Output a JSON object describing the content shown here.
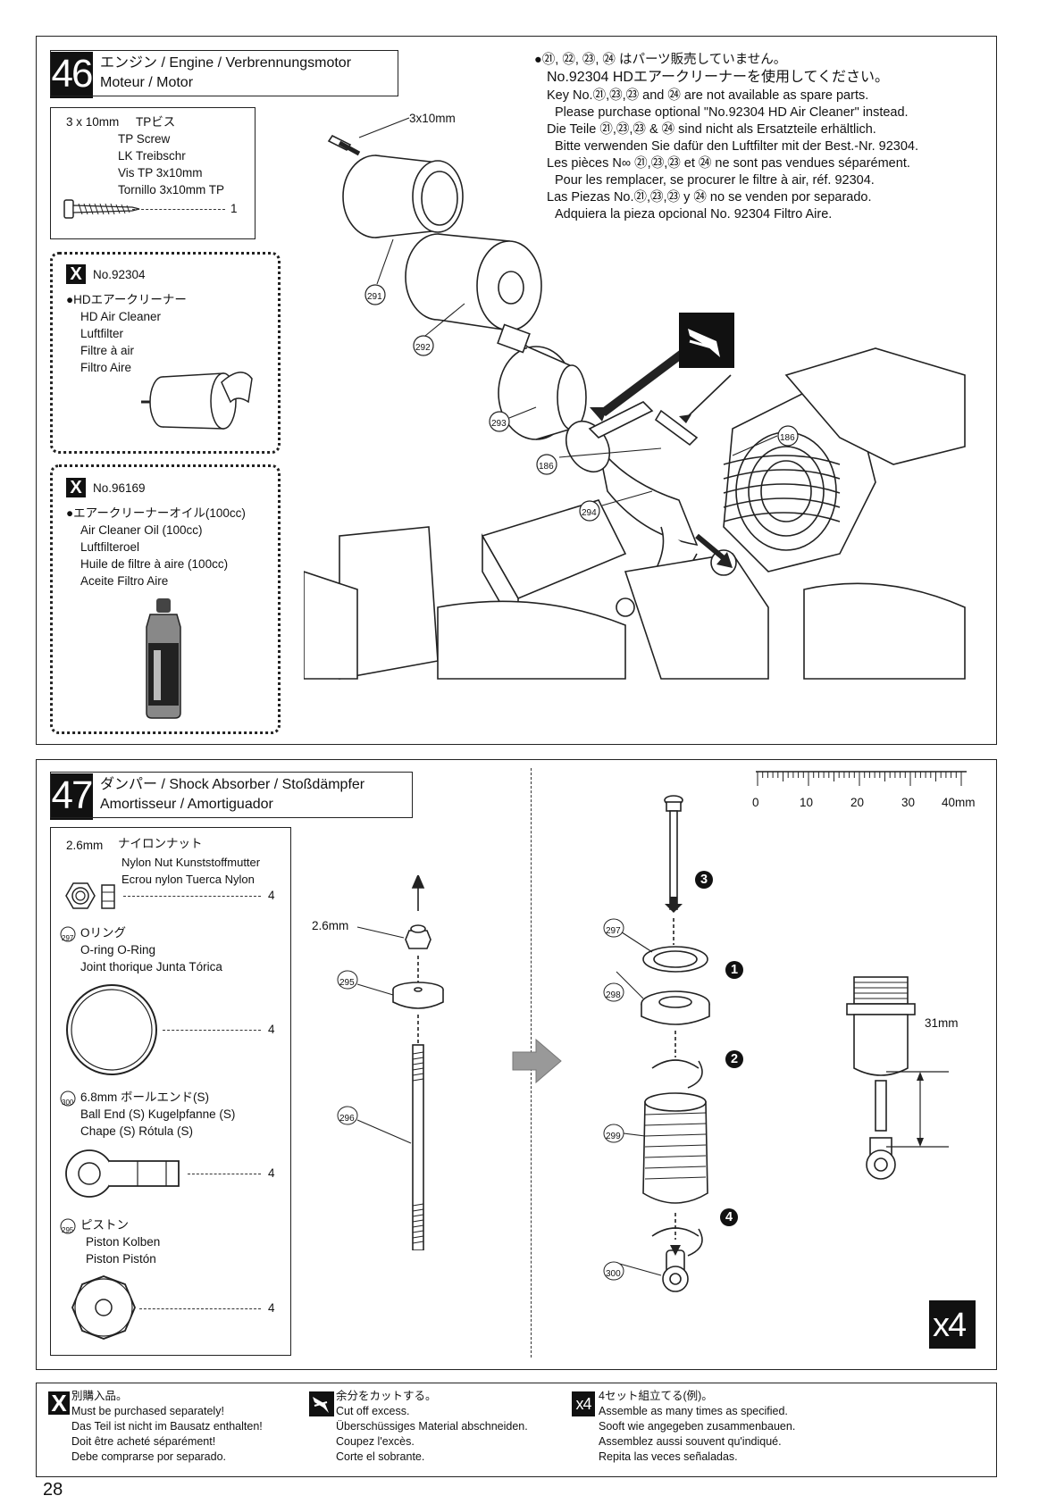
{
  "step46": {
    "number": "46",
    "title_line1": "エンジン / Engine / Verbrennungsmotor",
    "title_line2": "Moteur / Motor",
    "screw_box": {
      "size": "3 x 10mm",
      "jp": "TPビス",
      "names": [
        "TP Screw",
        "LK Treibschr",
        "Vis TP 3x10mm",
        "Tornillo 3x10mm TP"
      ],
      "qty": "1"
    },
    "option1": {
      "code": "No.92304",
      "jp": "●HDエアークリーナー",
      "names": [
        "HD Air Cleaner",
        "Luftfilter",
        "Filtre à air",
        "Filtro Aire"
      ]
    },
    "option2": {
      "code": "No.96169",
      "jp": "●エアークリーナーオイル(100cc)",
      "names": [
        "Air Cleaner Oil (100cc)",
        "Luftfilteroel",
        "Huile de filtre à aire (100cc)",
        "Aceite Filtro Aire"
      ]
    },
    "note_lines": [
      "●㉑, ㉒, ㉓, ㉔ はパーツ販売していません。",
      "No.92304 HDエアークリーナーを使用してください。",
      "Key No.㉑,㉓,㉓ and ㉔ are not available as spare parts.",
      "Please purchase optional \"No.92304 HD Air Cleaner\" instead.",
      "Die Teile ㉑,㉓,㉓ & ㉔ sind nicht als Ersatzteile erhältlich.",
      "Bitte verwenden Sie dafür den Luftfilter mit der Best.-Nr. 92304.",
      "Les pièces N∞ ㉑,㉓,㉓ et ㉔ ne sont pas vendues séparément.",
      "Pour les remplacer, se procurer le filtre à air, réf. 92304.",
      "Las Piezas No.㉑,㉓,㉓ y ㉔ no se venden por separado.",
      "Adquiera la pieza opcional No. 92304 Filtro Aire."
    ],
    "diagram_labels": {
      "screw": "3x10mm",
      "p291": "291",
      "p292": "292",
      "p293": "293",
      "p294": "294",
      "p186a": "186",
      "p186b": "186"
    }
  },
  "step47": {
    "number": "47",
    "title_line1": "ダンパー / Shock Absorber / Stoßdämpfer",
    "title_line2": "Amortisseur / Amortiguador",
    "nut": {
      "size": "2.6mm",
      "jp": "ナイロンナット",
      "line2": "Nylon Nut   Kunststoffmutter",
      "line3": "Ecrou nylon   Tuerca Nylon",
      "qty": "4"
    },
    "oring": {
      "num": "297",
      "jp": "Oリング",
      "line2": "O-ring    O-Ring",
      "line3": "Joint thorique    Junta Tórica",
      "qty": "4"
    },
    "ballend": {
      "num": "300",
      "jp": "6.8mm ボールエンド(S)",
      "line2": "Ball End (S)    Kugelpfanne (S)",
      "line3": "Chape (S)    Rótula (S)",
      "qty": "4"
    },
    "piston": {
      "num": "295",
      "jp": "ピストン",
      "line2": "Piston    Kolben",
      "line3": "Piston    Pistón",
      "qty": "4"
    },
    "ruler": {
      "ticks": [
        "0",
        "10",
        "20",
        "30",
        "40mm"
      ]
    },
    "diagram_labels": {
      "nut": "2.6mm",
      "p295": "295",
      "p296": "296",
      "p297": "297",
      "p298": "298",
      "p299": "299",
      "p300": "300",
      "s1": "1",
      "s2": "2",
      "s3": "3",
      "s4": "4",
      "dim": "31mm",
      "mult": "x4"
    }
  },
  "legend": {
    "x": {
      "icon": "X",
      "lines": [
        "別購入品。",
        "Must be purchased separately!",
        "Das Teil ist nicht im Bausatz enthalten!",
        "Doit être acheté séparément!",
        "Debe comprarse por separado."
      ]
    },
    "cut": {
      "icon": "nippers-icon",
      "lines": [
        "余分をカットする。",
        "Cut off excess.",
        "Überschüssiges Material abschneiden.",
        "Coupez l'excès.",
        "Corte el sobrante."
      ]
    },
    "x4": {
      "icon": "x4",
      "lines": [
        "4セット組立てる(例)。",
        "Assemble as many times as specified.",
        "Sooft wie angegeben zusammenbauen.",
        "Assemblez aussi souvent qu'indiqué.",
        "Repita las veces señaladas."
      ]
    }
  },
  "page_number": "28"
}
